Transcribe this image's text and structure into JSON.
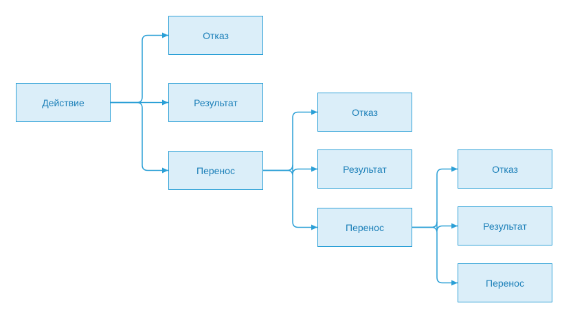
{
  "diagram": {
    "colors": {
      "node_fill": "#dbeef9",
      "node_border": "#2a9fd6",
      "node_text": "#1b7fb8",
      "connector": "#2a9fd6"
    },
    "nodes": {
      "root": "Действие",
      "l1_refusal": "Отказ",
      "l1_result": "Результат",
      "l1_transfer": "Перенос",
      "l2_refusal": "Отказ",
      "l2_result": "Результат",
      "l2_transfer": "Перенос",
      "l3_refusal": "Отказ",
      "l3_result": "Результат",
      "l3_transfer": "Перенос"
    },
    "edges": [
      [
        "root",
        "l1_refusal"
      ],
      [
        "root",
        "l1_result"
      ],
      [
        "root",
        "l1_transfer"
      ],
      [
        "l1_transfer",
        "l2_refusal"
      ],
      [
        "l1_transfer",
        "l2_result"
      ],
      [
        "l1_transfer",
        "l2_transfer"
      ],
      [
        "l2_transfer",
        "l3_refusal"
      ],
      [
        "l2_transfer",
        "l3_result"
      ],
      [
        "l2_transfer",
        "l3_transfer"
      ]
    ]
  }
}
